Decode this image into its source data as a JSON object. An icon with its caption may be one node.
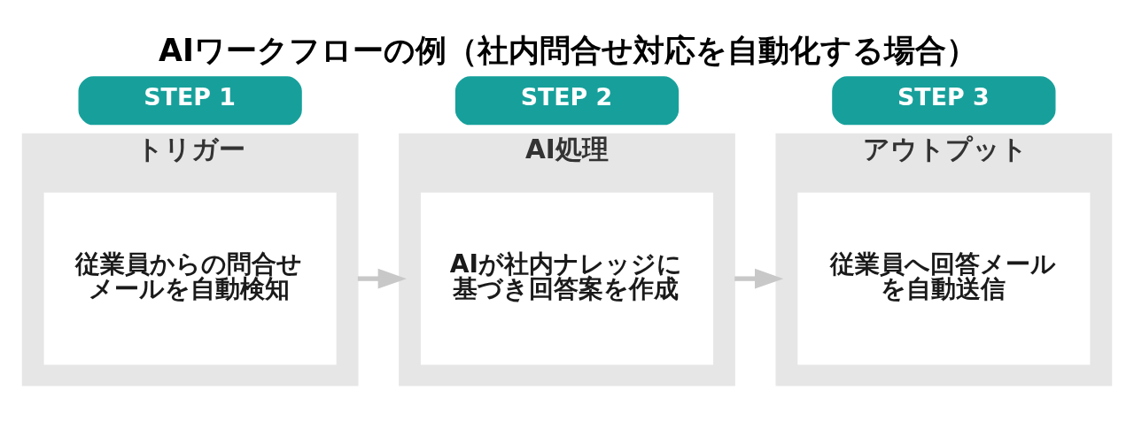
{
  "diagram": {
    "title": "AIワークフローの例（社内問合せ対応を自動化する場合）",
    "nodes": [
      {
        "text": [
          "トリガー"
        ]
      },
      {
        "text": [
          "STEP 1"
        ]
      },
      {
        "text": [
          "従業員からの問合せメールを自動検知"
        ],
        "in": 0
      },
      {
        "text": [
          "AI処理"
        ]
      },
      {
        "text": [
          "STEP 2"
        ]
      },
      {
        "text": [
          "AIが社内ナレッジに基づき回答案を作成"
        ],
        "in": 3
      },
      {
        "text": [
          "アウトプット"
        ]
      },
      {
        "text": [
          "STEP 3"
        ]
      },
      {
        "text": [
          "従業員へ回答メールを自動送信"
        ],
        "in": 6
      }
    ],
    "edges": [
      {
        "from": 0,
        "to": 3,
        "arrow": "to"
      },
      {
        "from": 3,
        "to": 6,
        "arrow": "to"
      }
    ]
  }
}
